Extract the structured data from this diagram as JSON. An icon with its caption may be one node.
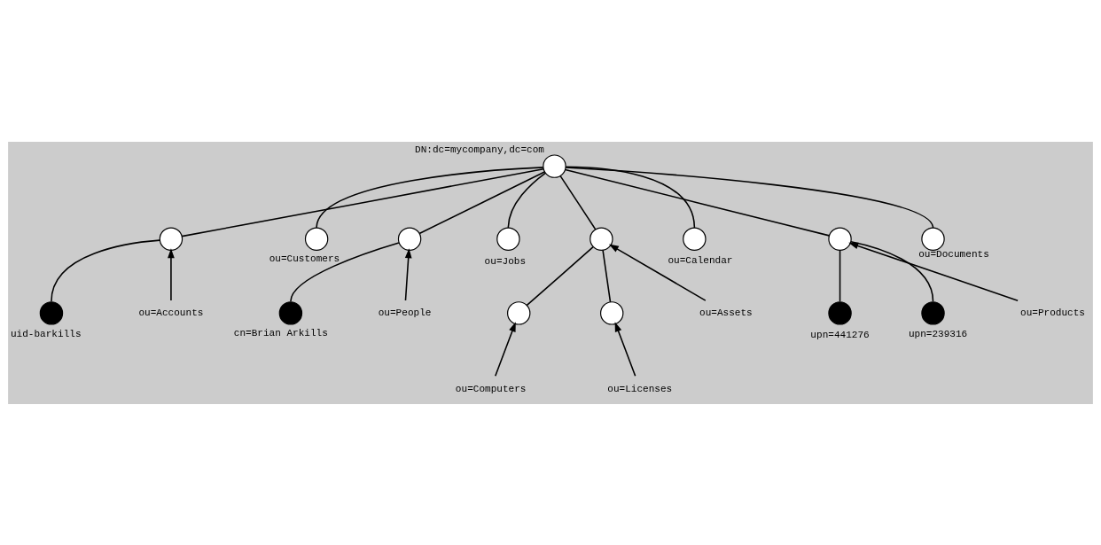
{
  "diagram": {
    "nodes": [
      {
        "text": [],
        "shape": "circle",
        "beside": [
          "DN:dc=mycompany,dc=com"
        ]
      },
      {
        "text": [],
        "shape": "circle"
      },
      {
        "text": [],
        "shape": "circle",
        "beside": [
          "ou=Customers"
        ]
      },
      {
        "text": [],
        "shape": "circle"
      },
      {
        "text": [],
        "shape": "circle",
        "beside": [
          "ou=Jobs"
        ]
      },
      {
        "text": [],
        "shape": "circle"
      },
      {
        "text": [],
        "shape": "circle",
        "beside": [
          "ou=Calendar"
        ]
      },
      {
        "text": [],
        "shape": "circle"
      },
      {
        "text": [],
        "shape": "circle",
        "beside": [
          "ou=Documents"
        ]
      },
      {
        "text": [],
        "shape": "circle",
        "beside": [
          "uid-barkills"
        ]
      },
      {
        "text": [],
        "shape": "circle",
        "beside": [
          "cn=Brian Arkills"
        ]
      },
      {
        "text": [],
        "shape": "circle"
      },
      {
        "text": [],
        "shape": "circle"
      },
      {
        "text": [],
        "shape": "circle",
        "beside": [
          "upn=441276"
        ]
      },
      {
        "text": [],
        "shape": "circle",
        "beside": [
          "upn=239316"
        ]
      },
      {
        "text": [
          "ou=Accounts"
        ]
      },
      {
        "text": [
          "ou=People"
        ]
      },
      {
        "text": [
          "ou=Assets"
        ]
      },
      {
        "text": [
          "ou=Products"
        ]
      },
      {
        "text": [
          "ou=Computers"
        ]
      },
      {
        "text": [
          "ou=Licenses"
        ]
      }
    ],
    "edges": [
      {
        "from": 0,
        "to": 1,
        "arrow": "none"
      },
      {
        "from": 0,
        "to": 2,
        "arrow": "none"
      },
      {
        "from": 0,
        "to": 3,
        "arrow": "none"
      },
      {
        "from": 0,
        "to": 4,
        "arrow": "none"
      },
      {
        "from": 0,
        "to": 5,
        "arrow": "none"
      },
      {
        "from": 0,
        "to": 6,
        "arrow": "none"
      },
      {
        "from": 0,
        "to": 7,
        "arrow": "none"
      },
      {
        "from": 0,
        "to": 8,
        "arrow": "none"
      },
      {
        "from": 1,
        "to": 9,
        "arrow": "none"
      },
      {
        "from": 3,
        "to": 10,
        "arrow": "none"
      },
      {
        "from": 5,
        "to": 11,
        "arrow": "none"
      },
      {
        "from": 5,
        "to": 12,
        "arrow": "none"
      },
      {
        "from": 7,
        "to": 13,
        "arrow": "none"
      },
      {
        "from": 7,
        "to": 14,
        "arrow": "none"
      },
      {
        "from": 15,
        "to": 1,
        "arrow": "to"
      },
      {
        "from": 16,
        "to": 3,
        "arrow": "to"
      },
      {
        "from": 17,
        "to": 5,
        "arrow": "to"
      },
      {
        "from": 18,
        "to": 7,
        "arrow": "to"
      },
      {
        "from": 19,
        "to": 11,
        "arrow": "to"
      },
      {
        "from": 20,
        "to": 12,
        "arrow": "to"
      }
    ]
  }
}
